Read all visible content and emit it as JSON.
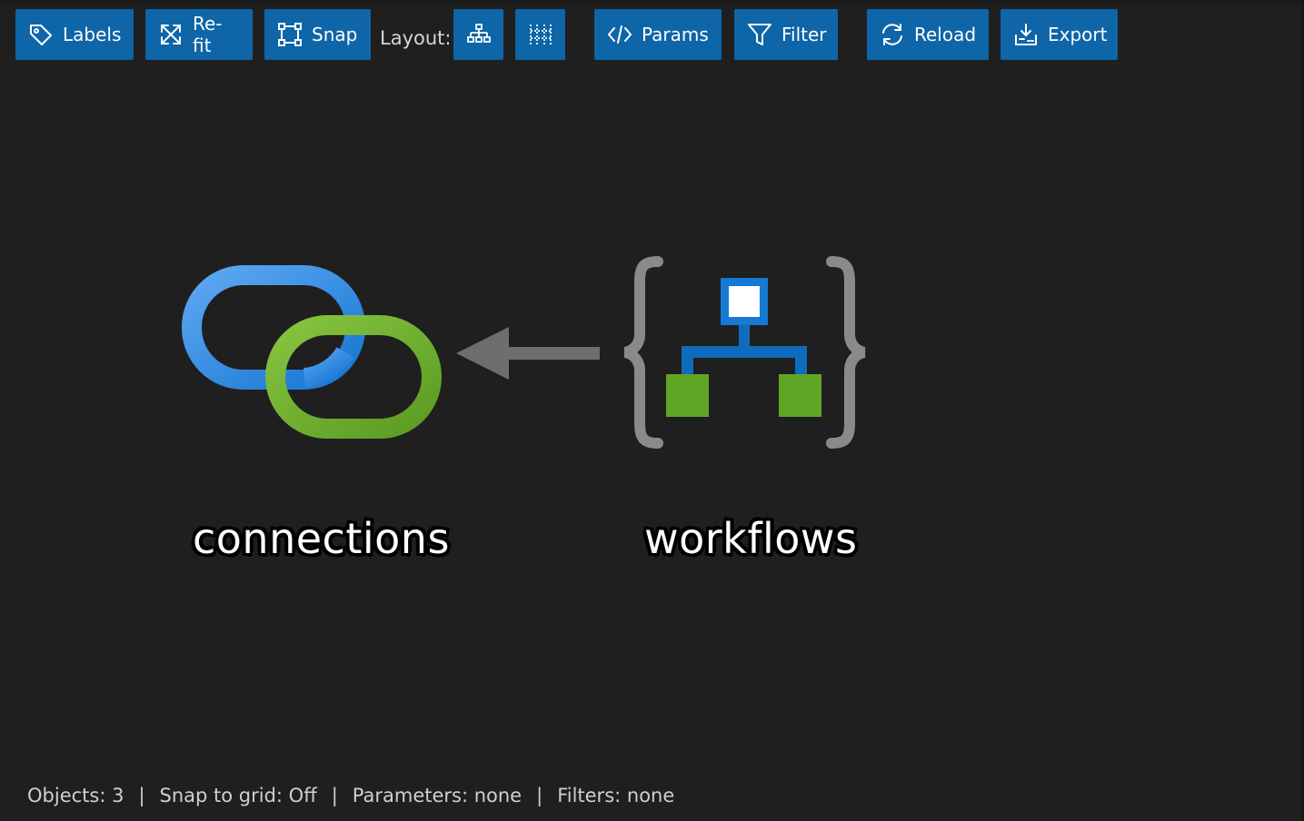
{
  "toolbar": {
    "labels_button": "Labels",
    "refit_button": "Re-fit",
    "snap_button": "Snap",
    "layout_label": "Layout:",
    "params_button": "Params",
    "filter_button": "Filter",
    "reload_button": "Reload",
    "export_button": "Export",
    "icons": {
      "labels": "tag-icon",
      "refit": "expand-arrows-icon",
      "snap": "snap-bezier-icon",
      "layout_hierarchy": "hierarchy-icon",
      "layout_grid": "grid-icon",
      "params": "code-icon",
      "filter": "funnel-icon",
      "reload": "refresh-icon",
      "export": "export-tray-icon"
    }
  },
  "graph": {
    "nodes": [
      {
        "id": "connections",
        "label": "connections",
        "icon": "link-chain-icon"
      },
      {
        "id": "workflows",
        "label": "workflows",
        "icon": "logic-app-workflow-icon"
      }
    ],
    "edges": [
      {
        "from": "workflows",
        "to": "connections"
      }
    ]
  },
  "status": {
    "objects": "Objects: 3",
    "snap": "Snap to grid: Off",
    "parameters": "Parameters: none",
    "filters": "Filters: none",
    "separator": "|"
  },
  "colors": {
    "background": "#1f1f1f",
    "button": "#0e65a8",
    "edge": "#6e6e6e",
    "link_blue": "#2b8be6",
    "link_green": "#6fb52c",
    "brace_gray": "#8a8a8a",
    "workflow_blue": "#0f6cbd",
    "workflow_green": "#5ea623"
  }
}
